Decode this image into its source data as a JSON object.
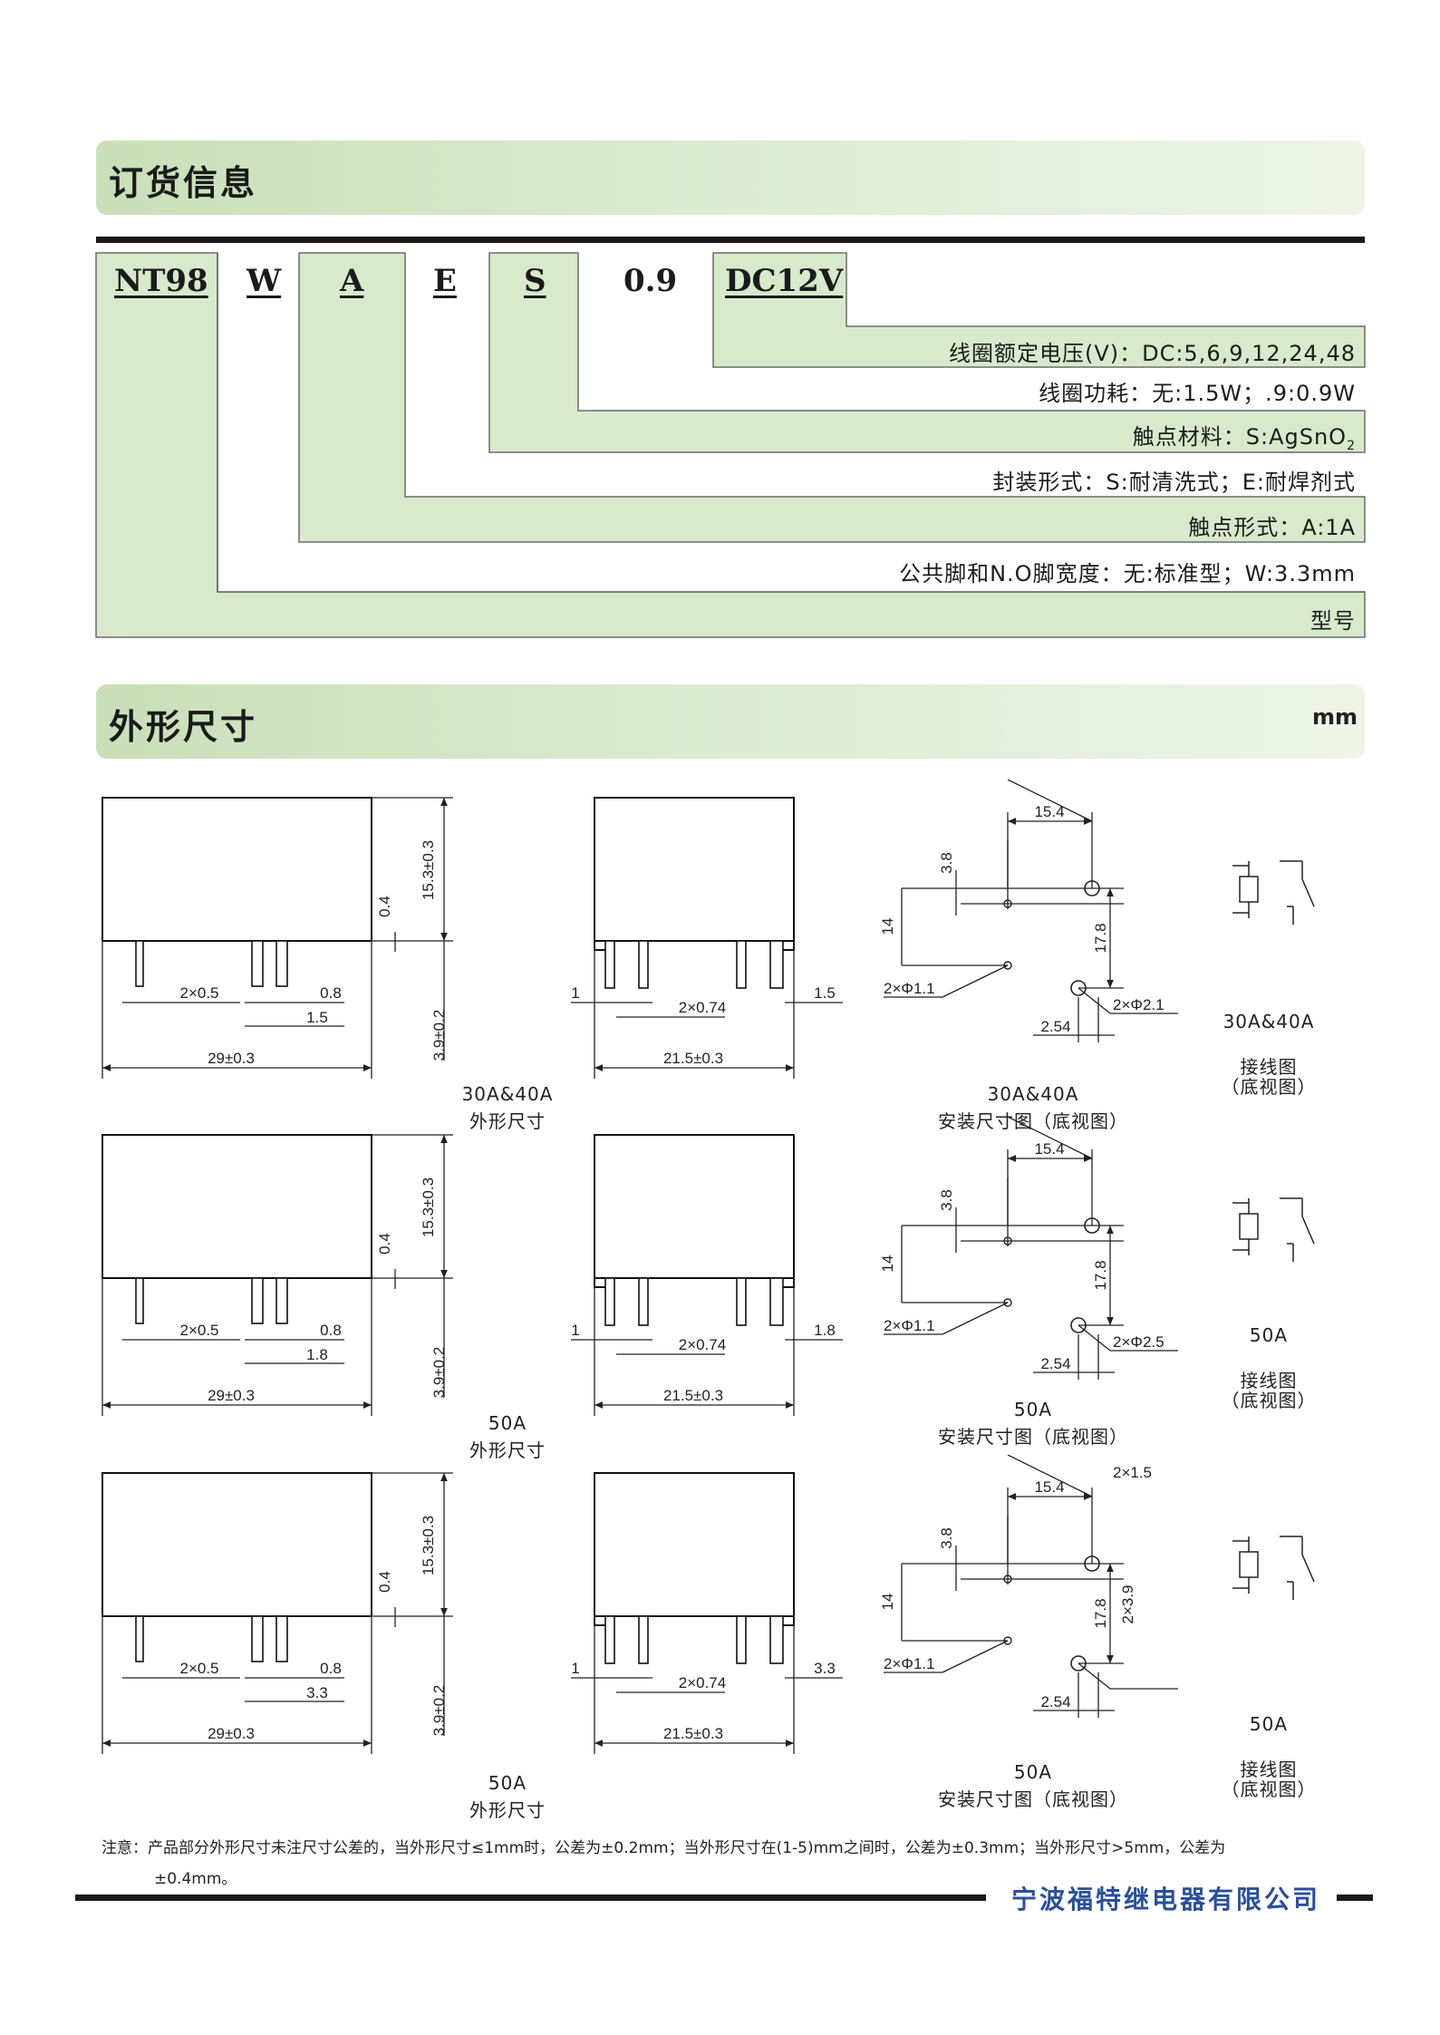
{
  "sections": {
    "ordering_title": "订货信息",
    "dimensions_title": "外形尺寸",
    "dimensions_unit": "mm"
  },
  "order_code": {
    "parts": [
      "NT98",
      "W",
      "A",
      "E",
      "S",
      "0.9",
      "DC12V"
    ]
  },
  "order_rows": [
    "线圈额定电压(V)：DC:5,6,9,12,24,48",
    "线圈功耗：无:1.5W；.9:0.9W",
    "触点材料：S:AgSnO",
    "封装形式：S:耐清洗式；E:耐焊剂式",
    "触点形式：A:1A",
    "公共脚和N.O脚宽度：无:标准型；W:3.3mm",
    "型号"
  ],
  "order_rows_subscript": "2",
  "drawings": {
    "row1": {
      "side": {
        "height": "15.3±0.3",
        "gap": "0.4",
        "pin": "3.9±0.2",
        "pin_w": "2×0.5",
        "pin_t": "0.8",
        "pin_s": "1.5",
        "width": "29±0.3"
      },
      "front": {
        "d1": "1",
        "d2": "2×0.74",
        "d3": "1.5",
        "width": "21.5±0.3"
      },
      "mount": {
        "top": "15.4",
        "v1": "3.8",
        "v2": "14",
        "v3": "17.8",
        "hole1": "2×Φ1.1",
        "hole2": "2×Φ2.1",
        "pitch": "2.54"
      },
      "caption_main": [
        "30A&40A",
        "外形尺寸"
      ],
      "caption_mount": [
        "30A&40A",
        "安装尺寸图（底视图）"
      ],
      "caption_wiring": [
        "30A&40A",
        "接线图",
        "（底视图）"
      ]
    },
    "row2": {
      "side": {
        "height": "15.3±0.3",
        "gap": "0.4",
        "pin": "3.9±0.2",
        "pin_w": "2×0.5",
        "pin_t": "0.8",
        "pin_s": "1.8",
        "width": "29±0.3"
      },
      "front": {
        "d1": "1",
        "d2": "2×0.74",
        "d3": "1.8",
        "width": "21.5±0.3"
      },
      "mount": {
        "top": "15.4",
        "v1": "3.8",
        "v2": "14",
        "v3": "17.8",
        "hole1": "2×Φ1.1",
        "hole2": "2×Φ2.5",
        "pitch": "2.54"
      },
      "caption_main": [
        "50A",
        "外形尺寸"
      ],
      "caption_mount": [
        "50A",
        "安装尺寸图（底视图）"
      ],
      "caption_wiring": [
        "50A",
        "接线图",
        "（底视图）"
      ]
    },
    "row3": {
      "side": {
        "height": "15.3±0.3",
        "gap": "0.4",
        "pin": "3.9±0.2",
        "pin_w": "2×0.5",
        "pin_t": "0.8",
        "pin_s": "3.3",
        "width": "29±0.3"
      },
      "front": {
        "d1": "1",
        "d2": "2×0.74",
        "d3": "3.3",
        "width": "21.5±0.3"
      },
      "mount": {
        "top": "15.4",
        "v1": "3.8",
        "v2": "14",
        "v3": "17.8",
        "hole1": "2×Φ1.1",
        "slot_w": "2×1.5",
        "slot_h": "2×3.9",
        "pitch": "2.54"
      },
      "caption_main": [
        "50A",
        "外形尺寸"
      ],
      "caption_mount": [
        "50A",
        "安装尺寸图（底视图）"
      ],
      "caption_wiring": [
        "50A",
        "接线图",
        "（底视图）"
      ]
    }
  },
  "note": {
    "line1": "注意：产品部分外形尺寸未注尺寸公差的，当外形尺寸≤1mm时，公差为±0.2mm；当外形尺寸在(1-5)mm之间时，公差为±0.3mm；当外形尺寸>5mm，公差为",
    "line2": "±0.4mm。"
  },
  "footer": {
    "company": "宁波福特继电器有限公司"
  },
  "colors": {
    "section_green": "#c9dfb9",
    "row_green": "#d9e9cc",
    "company_blue": "#2a4f9c"
  }
}
